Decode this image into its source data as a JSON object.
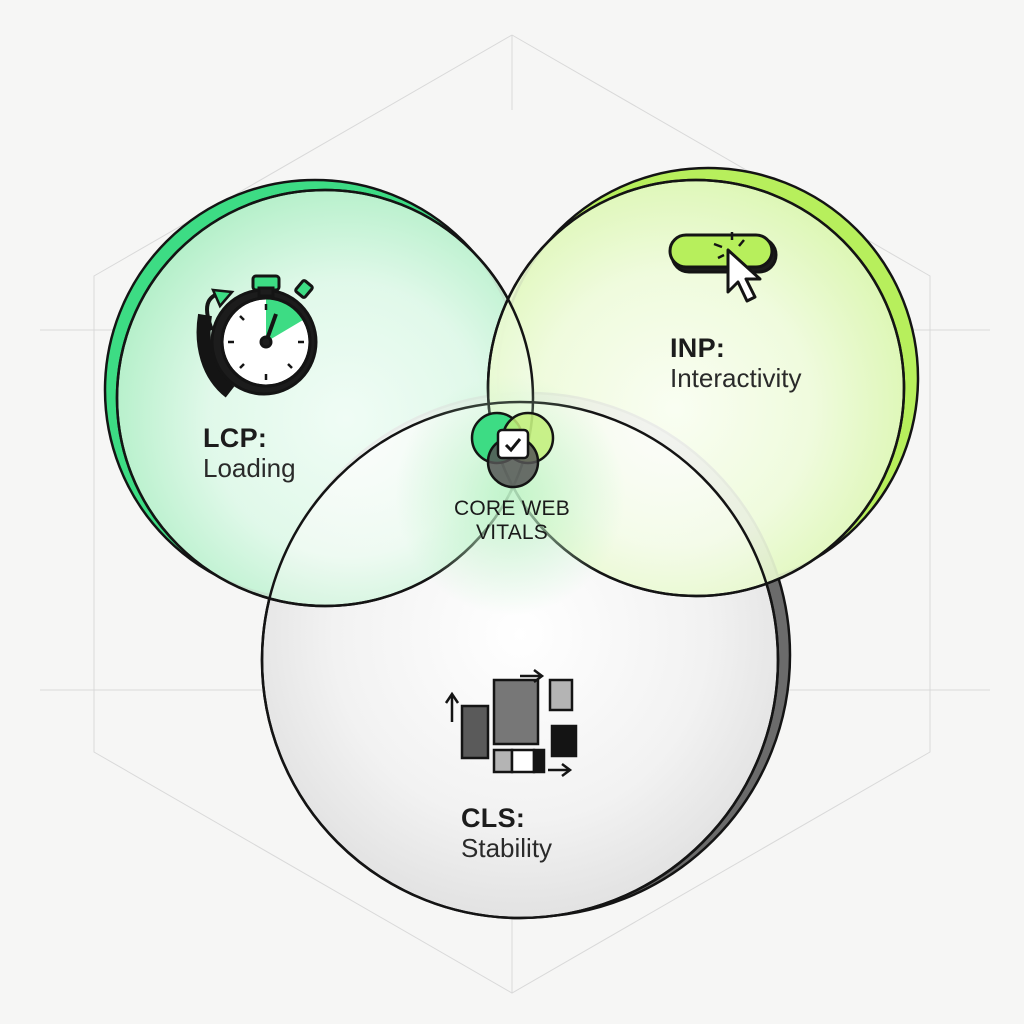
{
  "colors": {
    "background": "#f6f6f5",
    "lcp_green": "#3ddc84",
    "inp_lime": "#b7ef5c",
    "cls_gray": "#6b6b6b",
    "outline": "#141414"
  },
  "center": {
    "line1": "CORE WEB",
    "line2": "VITALS",
    "icon": "venn-check-icon"
  },
  "circles": {
    "lcp": {
      "title": "LCP:",
      "subtitle": "Loading",
      "icon": "stopwatch-icon"
    },
    "inp": {
      "title": "INP:",
      "subtitle": "Interactivity",
      "icon": "cursor-click-button-icon"
    },
    "cls": {
      "title": "CLS:",
      "subtitle": "Stability",
      "icon": "layout-shift-icon"
    }
  }
}
